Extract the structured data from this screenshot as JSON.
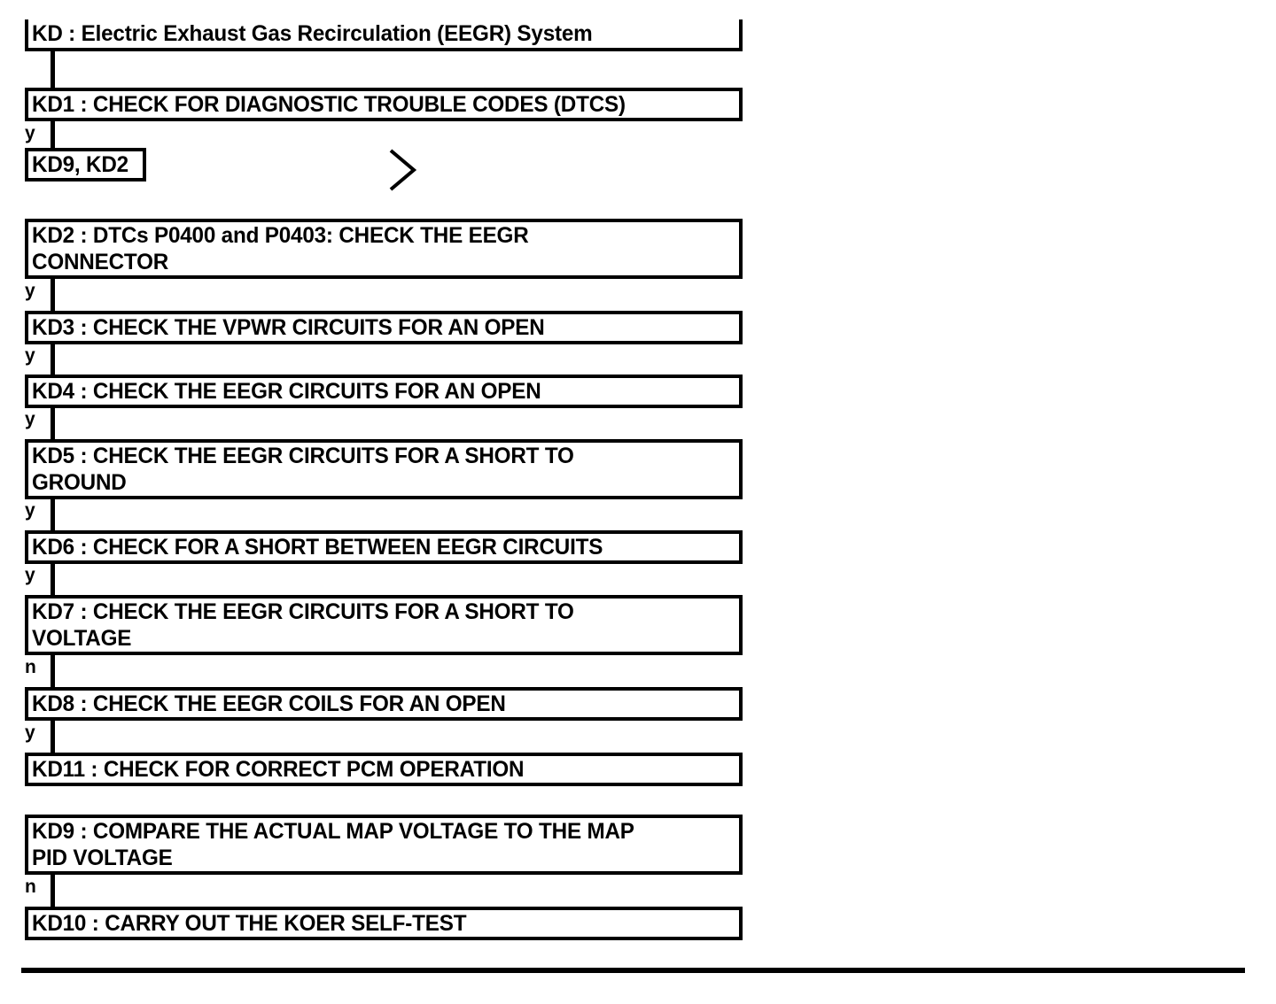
{
  "document": {
    "title": "KD : Electric Exhaust Gas Recirculation (EEGR) System",
    "chevron_icon": "chevron-right-icon"
  },
  "nodes": [
    {
      "id": "KD",
      "label": "KD : Electric Exhaust Gas Recirculation (EEGR) System",
      "type": "title"
    },
    {
      "id": "KD1",
      "label": "KD1 : CHECK FOR DIAGNOSTIC TROUBLE CODES (DTCS)",
      "type": "step"
    },
    {
      "id": "KD9_KD2_ref",
      "label": "KD9, KD2",
      "type": "reference"
    },
    {
      "id": "KD2",
      "label": "KD2 : DTCs P0400 and P0403: CHECK THE EEGR\nCONNECTOR",
      "type": "step"
    },
    {
      "id": "KD3",
      "label": "KD3 : CHECK THE VPWR CIRCUITS FOR AN OPEN",
      "type": "step"
    },
    {
      "id": "KD4",
      "label": "KD4 : CHECK THE EEGR CIRCUITS FOR AN OPEN",
      "type": "step"
    },
    {
      "id": "KD5",
      "label": "KD5 : CHECK THE EEGR CIRCUITS FOR A SHORT TO\nGROUND",
      "type": "step"
    },
    {
      "id": "KD6",
      "label": "KD6 : CHECK FOR A SHORT BETWEEN EEGR CIRCUITS",
      "type": "step"
    },
    {
      "id": "KD7",
      "label": "KD7 : CHECK THE EEGR CIRCUITS FOR A SHORT TO\nVOLTAGE",
      "type": "step"
    },
    {
      "id": "KD8",
      "label": "KD8 : CHECK THE EEGR COILS FOR AN OPEN",
      "type": "step"
    },
    {
      "id": "KD11",
      "label": "KD11 : CHECK FOR CORRECT PCM OPERATION",
      "type": "step"
    },
    {
      "id": "KD9",
      "label": "KD9 : COMPARE THE ACTUAL MAP VOLTAGE TO THE MAP\nPID VOLTAGE",
      "type": "step"
    },
    {
      "id": "KD10",
      "label": "KD10 : CARRY OUT THE KOER SELF-TEST",
      "type": "step"
    }
  ],
  "edges": [
    {
      "from": "KD",
      "to": "KD1",
      "label": ""
    },
    {
      "from": "KD1",
      "to": "KD9_KD2_ref",
      "label": "y"
    },
    {
      "from": "KD2",
      "to": "KD3",
      "label": "y"
    },
    {
      "from": "KD3",
      "to": "KD4",
      "label": "y"
    },
    {
      "from": "KD4",
      "to": "KD5",
      "label": "y"
    },
    {
      "from": "KD5",
      "to": "KD6",
      "label": "y"
    },
    {
      "from": "KD6",
      "to": "KD7",
      "label": "y"
    },
    {
      "from": "KD7",
      "to": "KD8",
      "label": "n"
    },
    {
      "from": "KD8",
      "to": "KD11",
      "label": "y"
    },
    {
      "from": "KD9",
      "to": "KD10",
      "label": "n"
    }
  ],
  "colors": {
    "ink": "#000000",
    "paper": "#ffffff"
  }
}
